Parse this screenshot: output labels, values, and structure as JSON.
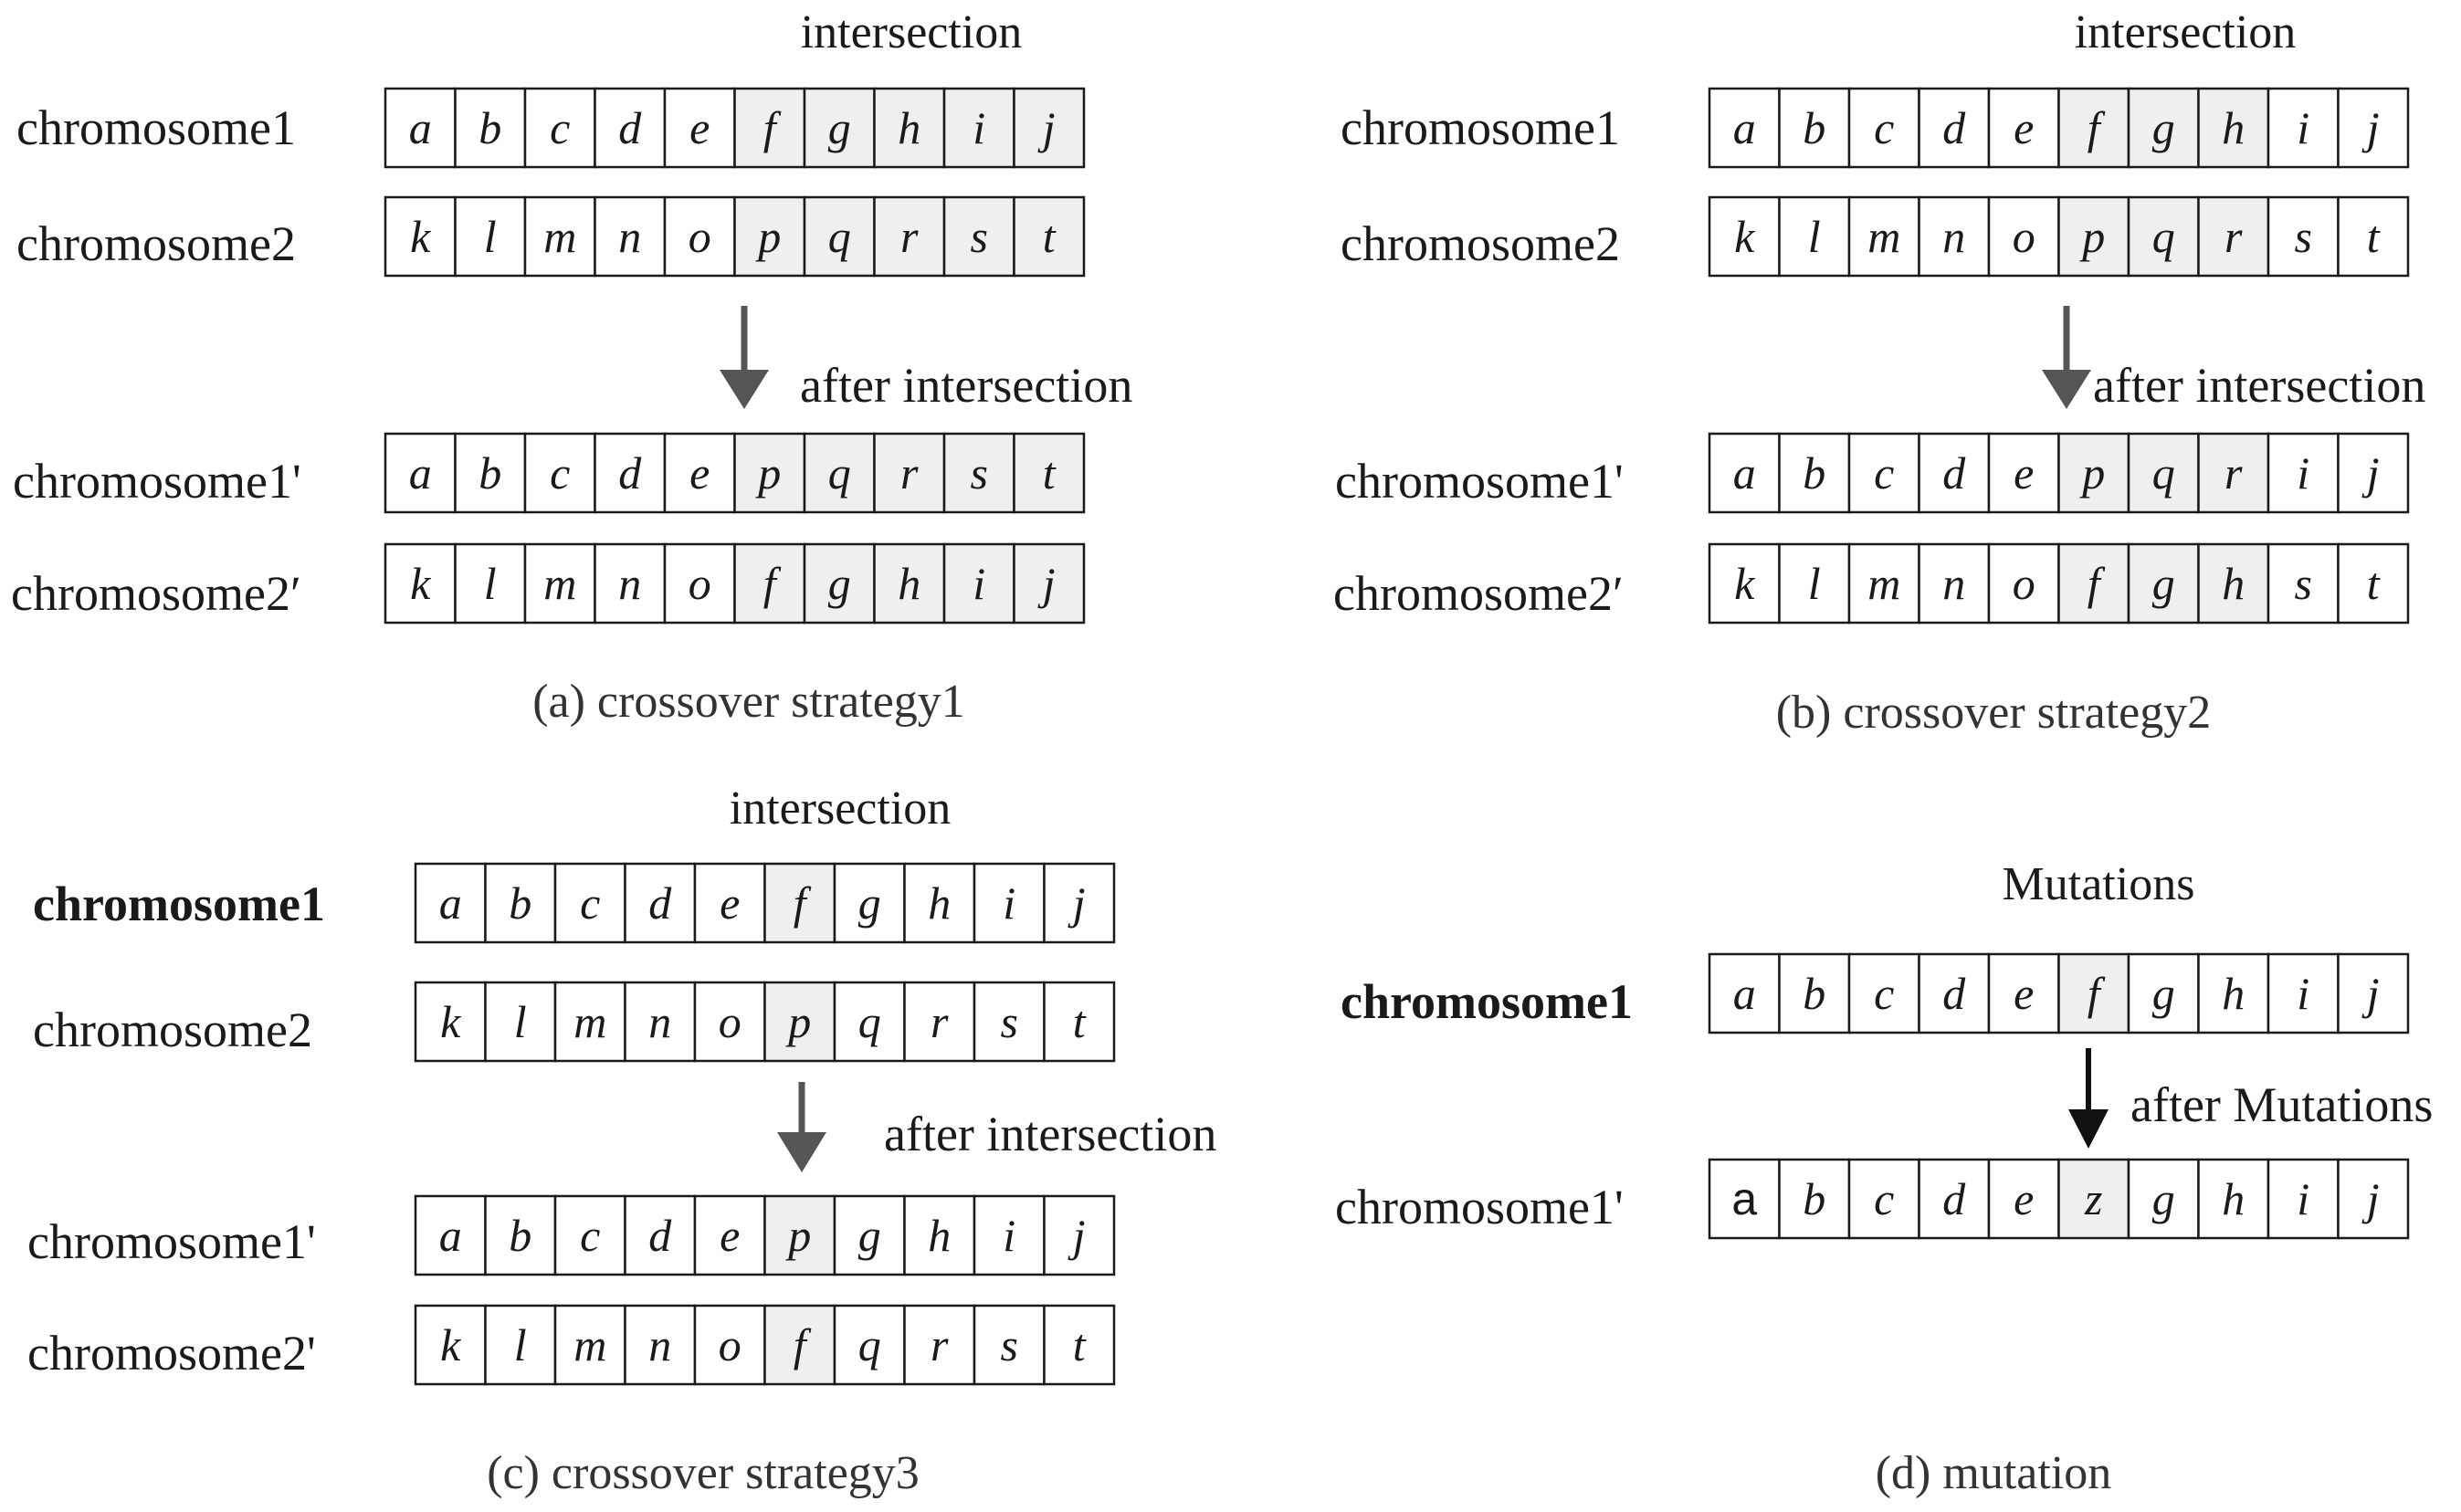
{
  "colors": {
    "shaded": "#efefef",
    "plain": "#ffffff",
    "arrow": "#555555",
    "arrow_dark": "#111111"
  },
  "panels": [
    {
      "id": "a",
      "heading": "intersection",
      "arrow_label": "after intersection",
      "caption": "(a) crossover strategy1",
      "rows": [
        {
          "label": "chromosome1",
          "cells": [
            "a",
            "b",
            "c",
            "d",
            "e",
            "f",
            "g",
            "h",
            "i",
            "j"
          ],
          "shaded": [
            5,
            6,
            7,
            8,
            9
          ]
        },
        {
          "label": "chromosome2",
          "cells": [
            "k",
            "l",
            "m",
            "n",
            "o",
            "p",
            "q",
            "r",
            "s",
            "t"
          ],
          "shaded": [
            5,
            6,
            7,
            8,
            9
          ]
        },
        {
          "label": "chromosome1'",
          "cells": [
            "a",
            "b",
            "c",
            "d",
            "e",
            "p",
            "q",
            "r",
            "s",
            "t"
          ],
          "shaded": [
            5,
            6,
            7,
            8,
            9
          ]
        },
        {
          "label": "chromosome2′",
          "cells": [
            "k",
            "l",
            "m",
            "n",
            "o",
            "f",
            "g",
            "h",
            "i",
            "j"
          ],
          "shaded": [
            5,
            6,
            7,
            8,
            9
          ]
        }
      ]
    },
    {
      "id": "b",
      "heading": "intersection",
      "arrow_label": "after intersection",
      "caption": "(b) crossover strategy2",
      "rows": [
        {
          "label": "chromosome1",
          "cells": [
            "a",
            "b",
            "c",
            "d",
            "e",
            "f",
            "g",
            "h",
            "i",
            "j"
          ],
          "shaded": [
            5,
            6,
            7
          ]
        },
        {
          "label": "chromosome2",
          "cells": [
            "k",
            "l",
            "m",
            "n",
            "o",
            "p",
            "q",
            "r",
            "s",
            "t"
          ],
          "shaded": [
            5,
            6,
            7
          ]
        },
        {
          "label": "chromosome1'",
          "cells": [
            "a",
            "b",
            "c",
            "d",
            "e",
            "p",
            "q",
            "r",
            "i",
            "j"
          ],
          "shaded": [
            5,
            6,
            7
          ]
        },
        {
          "label": "chromosome2′",
          "cells": [
            "k",
            "l",
            "m",
            "n",
            "o",
            "f",
            "g",
            "h",
            "s",
            "t"
          ],
          "shaded": [
            5,
            6,
            7
          ]
        }
      ]
    },
    {
      "id": "c",
      "heading": "intersection",
      "arrow_label": "after intersection",
      "caption": "(c) crossover strategy3",
      "rows": [
        {
          "label": "chromosome1",
          "bold": true,
          "cells": [
            "a",
            "b",
            "c",
            "d",
            "e",
            "f",
            "g",
            "h",
            "i",
            "j"
          ],
          "shaded": [
            5
          ]
        },
        {
          "label": "chromosome2",
          "cells": [
            "k",
            "l",
            "m",
            "n",
            "o",
            "p",
            "q",
            "r",
            "s",
            "t"
          ],
          "shaded": [
            5
          ]
        },
        {
          "label": "chromosome1'",
          "cells": [
            "a",
            "b",
            "c",
            "d",
            "e",
            "p",
            "g",
            "h",
            "i",
            "j"
          ],
          "shaded": [
            5
          ]
        },
        {
          "label": "chromosome2'",
          "cells": [
            "k",
            "l",
            "m",
            "n",
            "o",
            "f",
            "q",
            "r",
            "s",
            "t"
          ],
          "shaded": [
            5
          ]
        }
      ]
    },
    {
      "id": "d",
      "heading": "Mutations",
      "arrow_label": "after Mutations",
      "caption": "(d) mutation",
      "rows": [
        {
          "label": "chromosome1",
          "bold": true,
          "cells": [
            "a",
            "b",
            "c",
            "d",
            "e",
            "f",
            "g",
            "h",
            "i",
            "j"
          ],
          "shaded": [
            5
          ]
        },
        {
          "label": "chromosome1'",
          "cells": [
            "a",
            "b",
            "c",
            "d",
            "e",
            "z",
            "g",
            "h",
            "i",
            "j"
          ],
          "shaded": [
            5
          ],
          "upright": [
            0
          ]
        }
      ]
    }
  ]
}
